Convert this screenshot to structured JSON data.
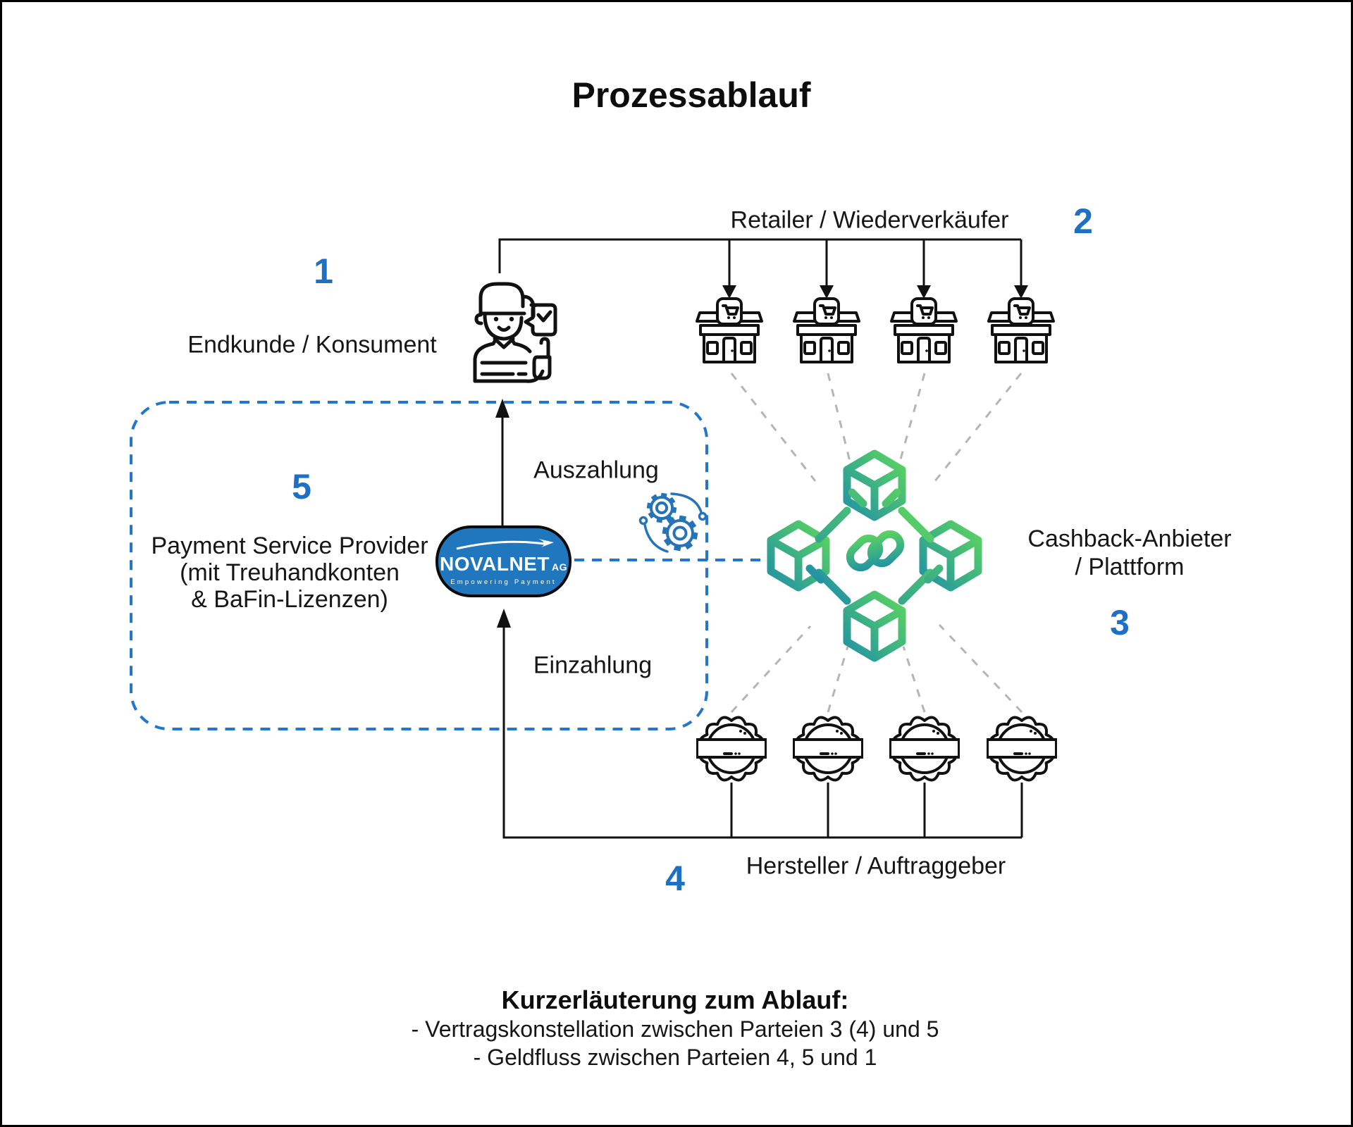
{
  "title": "Prozessablauf",
  "nodes": {
    "endkunde": {
      "number": "1",
      "label": "Endkunde / Konsument"
    },
    "retailer": {
      "number": "2",
      "label": "Retailer / Wiederverkäufer"
    },
    "cashback": {
      "number": "3",
      "label_line1": "Cashback-Anbieter",
      "label_line2": "/ Plattform"
    },
    "hersteller": {
      "number": "4",
      "label": "Hersteller / Auftraggeber"
    },
    "psp": {
      "number": "5",
      "label_line1": "Payment Service Provider",
      "label_line2": "(mit Treuhandkonten",
      "label_line3": "& BaFin-Lizenzen)"
    }
  },
  "flows": {
    "auszahlung": "Auszahlung",
    "einzahlung": "Einzahlung"
  },
  "logo": {
    "name": "NOVALNET",
    "suffix": "AG",
    "tagline": "Empowering Payment"
  },
  "footer": {
    "heading": "Kurzerläuterung zum Ablauf:",
    "items": [
      "- Vertragskonstellation zwischen Parteien 3 (4) und 5",
      "- Geldfluss zwischen Parteien 4, 5 und 1"
    ]
  },
  "icons": {
    "person": "endkunde-person-icon",
    "store": "retailer-store-icon",
    "blockchain": "cashback-blockchain-icon",
    "badge": "hersteller-badge-icon",
    "gears": "processing-gears-icon",
    "logo_swoosh": "novalnet-swoosh-icon"
  },
  "colors": {
    "accent_blue": "#1d70c4",
    "dashed_blue": "#2277cc",
    "logo_blue": "#2177bd",
    "gear_blue": "#2574b8",
    "line_gray": "#b5b5b5",
    "ink": "#111111",
    "gradient_teal": "#2191a5",
    "gradient_green": "#5dd55e"
  }
}
